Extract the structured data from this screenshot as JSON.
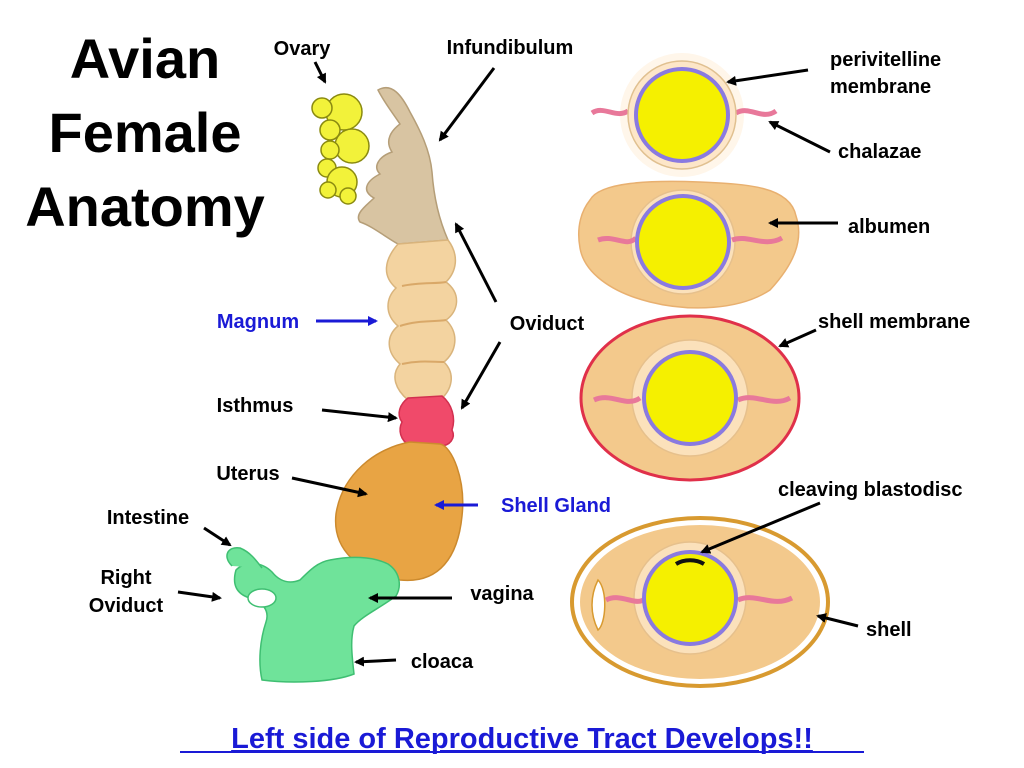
{
  "title": {
    "line1": "Avian",
    "line2": "Female",
    "line3": "Anatomy"
  },
  "tract_labels": {
    "ovary": "Ovary",
    "infundibulum": "Infundibulum",
    "oviduct": "Oviduct",
    "magnum": "Magnum",
    "isthmus": "Isthmus",
    "uterus": "Uterus",
    "shell_gland": "Shell Gland",
    "intestine": "Intestine",
    "right_oviduct_line1": "Right",
    "right_oviduct_line2": "Oviduct",
    "vagina": "vagina",
    "cloaca": "cloaca"
  },
  "egg_labels": {
    "perivitelline_line1": "perivitelline",
    "perivitelline_line2": "membrane",
    "chalazae": "chalazae",
    "albumen": "albumen",
    "shell_membrane": "shell membrane",
    "cleaving_blastodisc": "cleaving blastodisc",
    "shell": "shell"
  },
  "footer": "Left side of Reproductive Tract Develops!!",
  "colors": {
    "yolk": "#f5f000",
    "ovary": "#f2f23a",
    "infundibulum": "#d8c4a2",
    "magnum": "#f3d3a0",
    "isthmus": "#f04a6a",
    "uterus": "#e8a444",
    "cloaca": "#6fe39a",
    "albumen": "#f3c98c",
    "shell_membrane": "#e0304a",
    "shell": "#d89a30",
    "membrane_ring": "#8a7ae0",
    "chalaza": "#e8789a",
    "blue_text": "#1a1ad6"
  }
}
